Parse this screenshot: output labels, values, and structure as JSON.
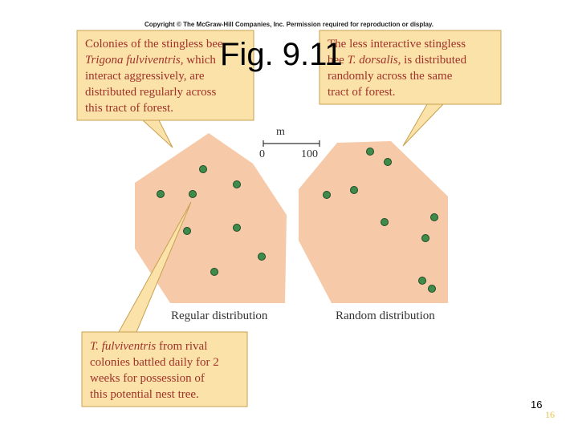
{
  "copyright": "Copyright © The McGraw-Hill Companies, Inc. Permission required for reproduction or display.",
  "title": "Fig. 9.11",
  "callouts": {
    "top_left": {
      "line1": "Colonies of the stingless bee",
      "line2_italic": "Trigona fulviventris,",
      "line2_rest": " which",
      "line3": "interact aggressively, are",
      "line4": "distributed regularly across",
      "line5": "this tract of forest."
    },
    "top_right": {
      "line1": "The less interactive stingless",
      "line2_start": "bee ",
      "line2_italic": "T. dorsalis,",
      "line2_rest": " is distributed",
      "line3": "randomly across the same",
      "line4": "tract of forest."
    },
    "bottom": {
      "line1_italic": "T. fulviventris",
      "line1_rest": " from rival",
      "line2": "colonies battled daily for 2",
      "line3": "weeks for possession of",
      "line4": "this potential nest tree."
    }
  },
  "scale": {
    "unit": "m",
    "min_label": "0",
    "max_label": "100"
  },
  "labels": {
    "regular": "Regular distribution",
    "random": "Random distribution"
  },
  "colors": {
    "callout_fill": "#fbe2a8",
    "callout_border": "#c8a050",
    "callout_text": "#a0322a",
    "region_fill": "#f6c9a8",
    "dot_fill": "#3f8c4a",
    "dot_stroke": "#1f4a26"
  },
  "page": {
    "number": "16",
    "number_ghost": "16"
  }
}
